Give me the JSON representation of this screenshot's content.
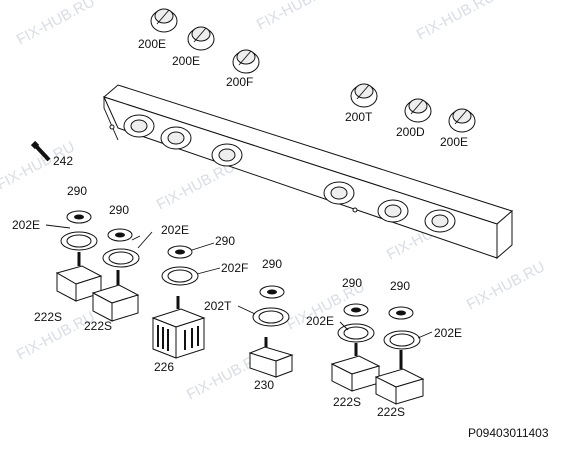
{
  "watermark": "FIX-HUB.RU",
  "drawing_code": "P09403011403",
  "labels": {
    "l200E_a": "200E",
    "l200E_b": "200E",
    "l200F": "200F",
    "l200T": "200T",
    "l200D": "200D",
    "l200E_c": "200E",
    "l242": "242",
    "l290_a": "290",
    "l290_b": "290",
    "l290_c": "290",
    "l290_d": "290",
    "l290_e": "290",
    "l290_f": "290",
    "l202E_a": "202E",
    "l202E_b": "202E",
    "l202F": "202F",
    "l202T": "202T",
    "l202E_c": "202E",
    "l202E_d": "202E",
    "l222S_a": "222S",
    "l222S_b": "222S",
    "l222S_c": "222S",
    "l222S_d": "222S",
    "l226": "226",
    "l230": "230"
  }
}
